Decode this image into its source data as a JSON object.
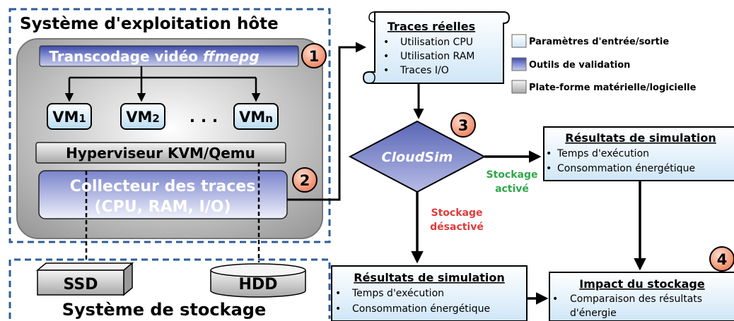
{
  "host": {
    "title": "Système d'exploitation hôte",
    "transcoding": "Transcodage vidéo",
    "transcoding_tool": "ffmepg",
    "vms": [
      "VM",
      "VM",
      "VM"
    ],
    "vm_subscripts": [
      "1",
      "2",
      "n"
    ],
    "vm_ellipsis": ". . .",
    "hypervisor": "Hyperviseur KVM/Qemu",
    "collector_line1": "Collecteur des traces",
    "collector_line2": "(CPU, RAM, I/O)"
  },
  "storage": {
    "title": "Système de stockage",
    "ssd": "SSD",
    "hdd": "HDD"
  },
  "traces": {
    "title": "Traces réelles",
    "items": [
      "Utilisation CPU",
      "Utilisation RAM",
      "Traces I/O"
    ]
  },
  "legend": {
    "items": [
      "Paramètres d'entrée/sortie",
      "Outils de validation",
      "Plate-forme matérielle/logicielle"
    ]
  },
  "cloudsim": {
    "label": "CloudSim"
  },
  "edges": {
    "storage_on": [
      "Stockage",
      "activé"
    ],
    "storage_off": [
      "Stockage",
      "désactivé"
    ]
  },
  "results_on": {
    "title": "Résultats de simulation",
    "items": [
      "Temps d'exécution",
      "Consommation énergétique"
    ]
  },
  "results_off": {
    "title": "Résultats de simulation",
    "items": [
      "Temps d'exécution",
      "Consommation énergétique"
    ]
  },
  "impact": {
    "title": "Impact du stockage",
    "items": [
      "Comparaison des résultats",
      "d'énergie"
    ]
  },
  "steps": [
    "1",
    "2",
    "3",
    "4"
  ],
  "colors": {
    "dashed_border": "#2e5c9a",
    "storage_on": "#2ea84a",
    "storage_off": "#e03a3a",
    "step_badge": "#f08a6a",
    "validation": "#6570b8"
  }
}
